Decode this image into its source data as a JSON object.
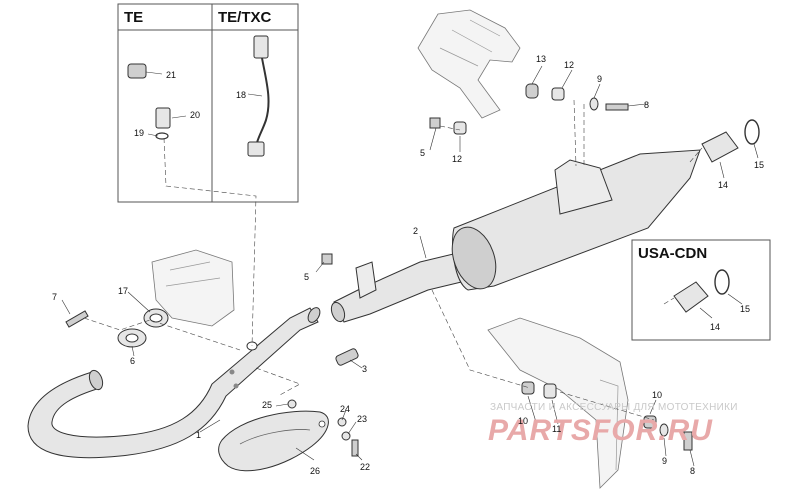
{
  "boxes": {
    "te": "TE",
    "te_txc": "TE/TXC",
    "usa_cdn": "USA-CDN"
  },
  "callouts": {
    "c1": "1",
    "c2": "2",
    "c3": "3",
    "c5a": "5",
    "c5b": "5",
    "c6": "6",
    "c7": "7",
    "c8a": "8",
    "c8b": "8",
    "c9a": "9",
    "c9b": "9",
    "c10a": "10",
    "c10b": "10",
    "c11": "11",
    "c12a": "12",
    "c12b": "12",
    "c13": "13",
    "c14a": "14",
    "c14b": "14",
    "c15a": "15",
    "c15b": "15",
    "c17": "17",
    "c18": "18",
    "c19": "19",
    "c20": "20",
    "c21": "21",
    "c22": "22",
    "c23": "23",
    "c24": "24",
    "c25": "25",
    "c26": "26"
  },
  "watermark": {
    "caption": "ЗАПЧАСТИ И АКСЕССУАРЫ ДЛЯ МОТОТЕХНИКИ",
    "logo": "PARTSFOR.RU"
  }
}
